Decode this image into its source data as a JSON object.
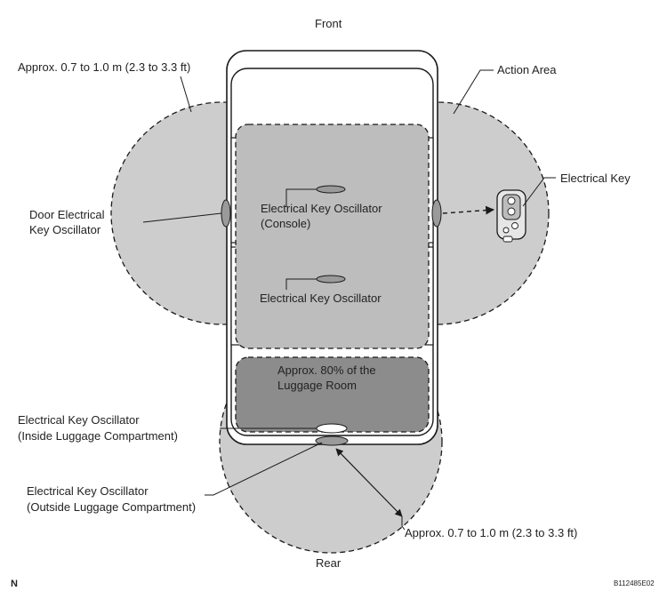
{
  "labels": {
    "front": "Front",
    "rear": "Rear",
    "range_top": "Approx. 0.7 to 1.0 m (2.3 to 3.3 ft)",
    "range_bottom": "Approx. 0.7 to 1.0 m (2.3 to 3.3 ft)",
    "action_area": "Action Area",
    "electrical_key": "Electrical Key",
    "door_osc_line1": "Door Electrical",
    "door_osc_line2": "Key Oscillator",
    "console_osc_line1": "Electrical Key Oscillator",
    "console_osc_line2": "(Console)",
    "mid_osc": "Electrical Key Oscillator",
    "luggage_line1": "Approx. 80% of the",
    "luggage_line2": "Luggage Room",
    "inside_osc_line1": "Electrical Key Oscillator",
    "inside_osc_line2": "(Inside Luggage Compartment)",
    "outside_osc_line1": "Electrical Key Oscillator",
    "outside_osc_line2": "(Outside Luggage Compartment)",
    "corner_letter": "N",
    "figure_code": "B112485E02"
  },
  "colors": {
    "action_area_fill": "#cdcdcd",
    "cabin_area_fill": "#bdbdbd",
    "luggage_area_fill": "#8c8c8c",
    "oscillator_fill": "#9a9a9a",
    "outline": "#1a1a1a"
  }
}
